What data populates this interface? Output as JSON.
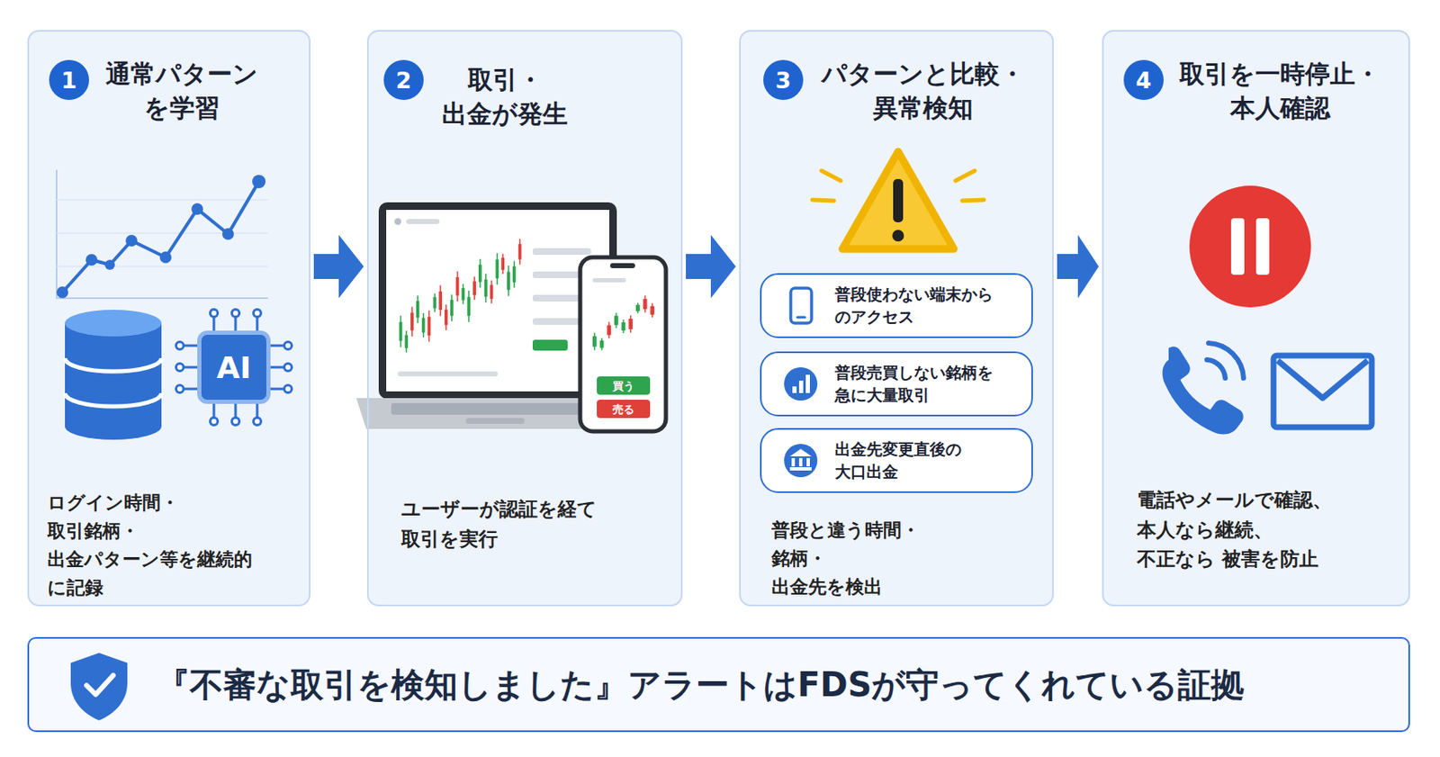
{
  "diagram": {
    "nodes": [
      {
        "text": [
          "通常パターン を学習",
          "ログイン時間・取引銘柄・ 出金パターン等を継続的 に記録"
        ]
      },
      {
        "text": [
          "AI"
        ],
        "in": 0
      },
      {
        "text": [
          "取引・出金が発生",
          "ユーザーが認証を経て 取引を実行"
        ]
      },
      {
        "text": [
          "買う"
        ],
        "in": 2
      },
      {
        "text": [
          "売る"
        ],
        "in": 2
      },
      {
        "text": [
          "パターンと比較・ 異常検知",
          "普段と違う時間・銘柄・ 出金先を検出"
        ]
      },
      {
        "text": [
          "普段使わない端末から のアクセス"
        ],
        "in": 5
      },
      {
        "text": [
          "普段売買しない銘柄を 急に大量取引"
        ],
        "in": 5
      },
      {
        "text": [
          "出金先変更直後の 大口出金"
        ],
        "in": 5
      },
      {
        "text": [
          "取引を一時停止・ 本人確認",
          "電話やメールで確認、 本人なら継続、不正なら 被害を防止"
        ]
      },
      {
        "text": [
          "『不審な取引を検知しました』アラートはFDSが守ってくれている証拠"
        ]
      }
    ],
    "edges": [
      {
        "from": 0,
        "to": 2,
        "arrow": "to"
      },
      {
        "from": 2,
        "to": 5,
        "arrow": "to"
      },
      {
        "from": 5,
        "to": 9,
        "arrow": "to"
      }
    ],
    "labels": [
      "1",
      "2",
      "3",
      "4"
    ]
  }
}
